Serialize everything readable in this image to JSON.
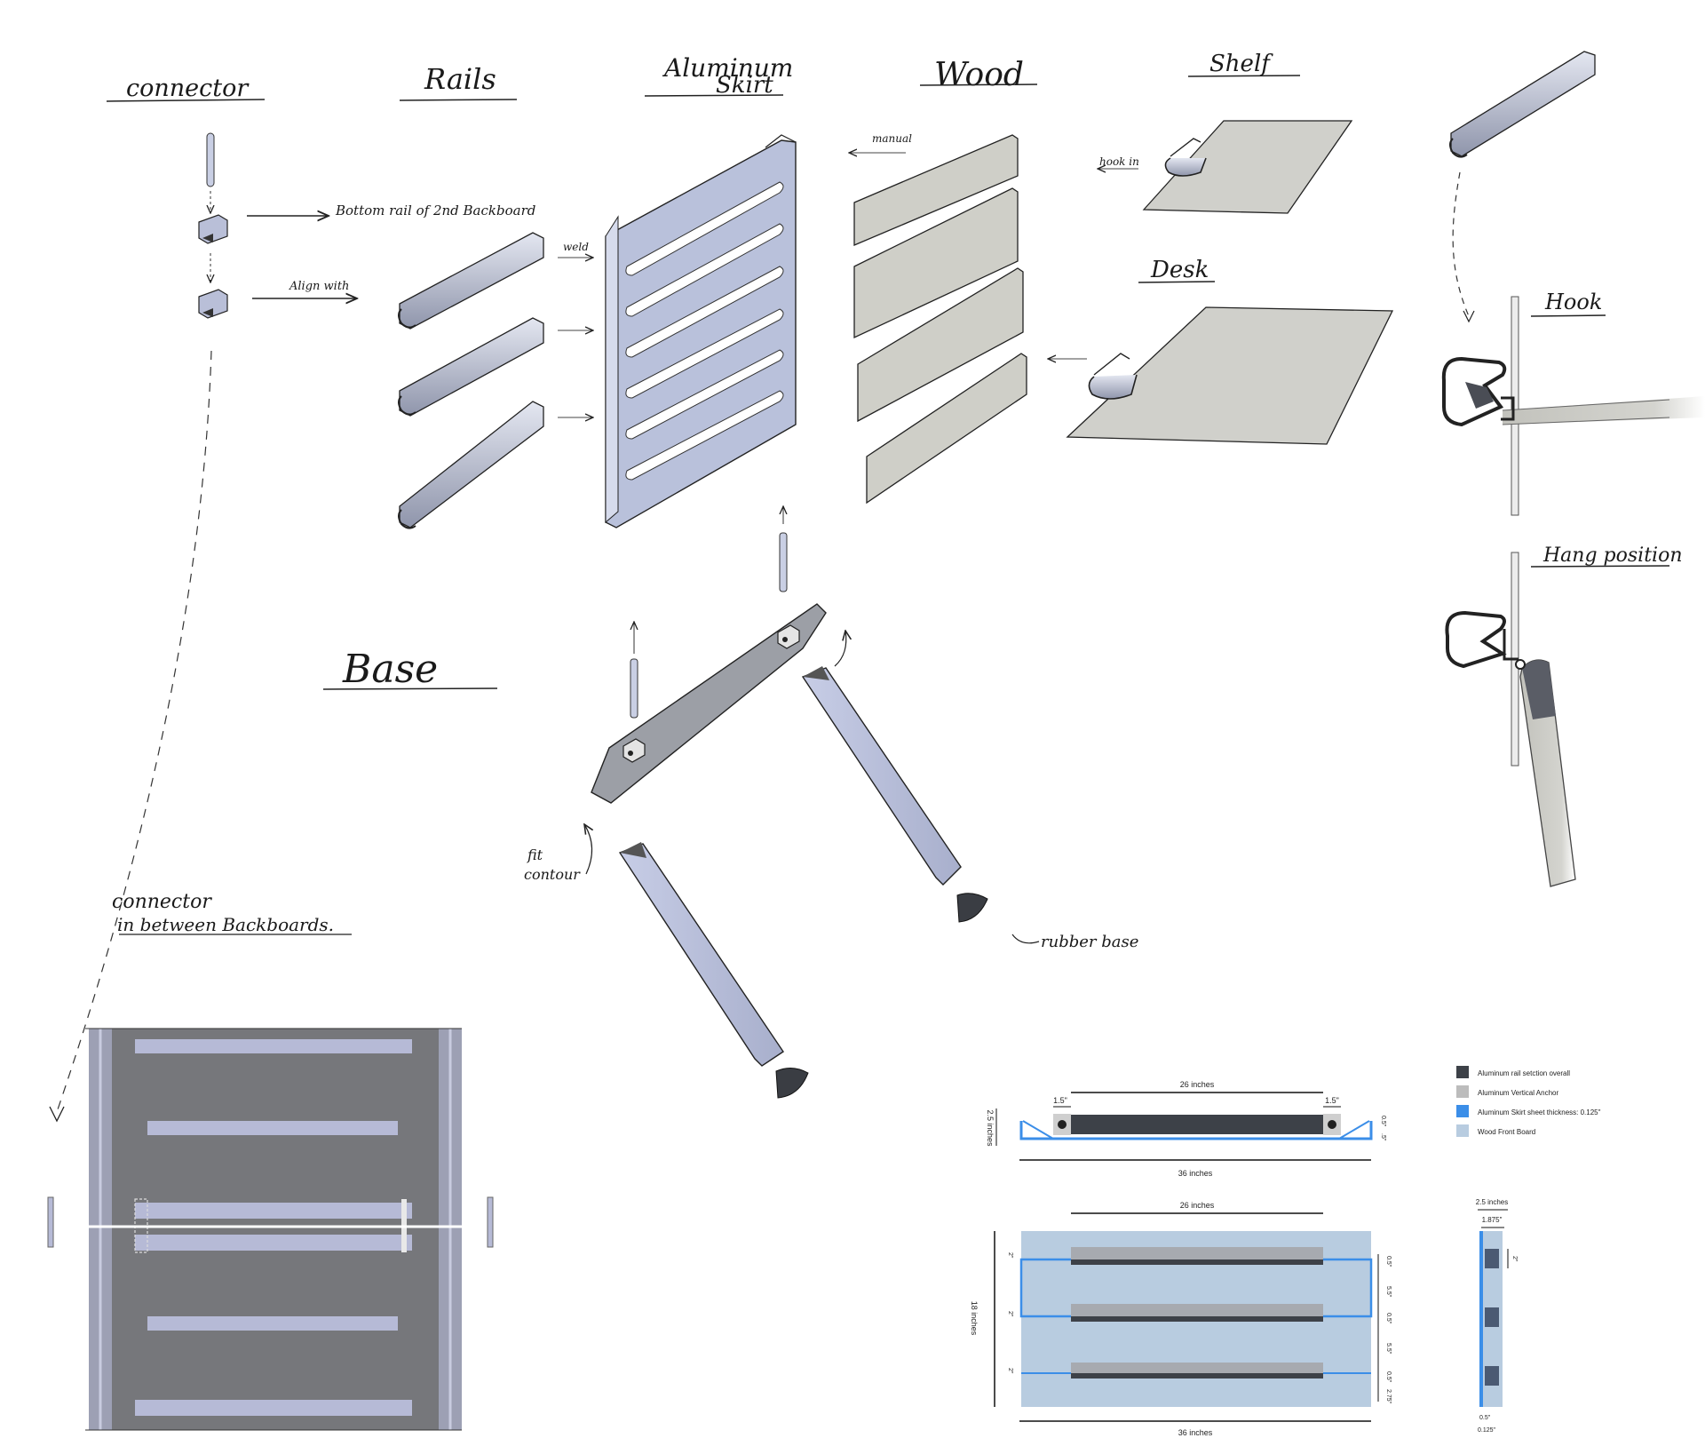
{
  "headings": {
    "connector": "connector",
    "rails": "Rails",
    "skirt_1": "Aluminum",
    "skirt_2": "Skirt",
    "wood": "Wood",
    "shelf": "Shelf",
    "desk": "Desk",
    "hook": "Hook",
    "hang_position": "Hang position",
    "base": "Base"
  },
  "notes": {
    "bottom_rail": "Bottom rail of 2nd Backboard",
    "align_with": "Align with",
    "weld": "weld",
    "manual": "manual",
    "hook_in": "hook in",
    "fit_contour_1": "fit",
    "fit_contour_2": "contour",
    "rubber_base": "rubber base",
    "connector_between_1": "connector",
    "connector_between_2": "in between Backboards."
  },
  "legend": [
    {
      "label": "Aluminum rail setction overall",
      "color": "#3d4148"
    },
    {
      "label": "Aluminum Vertical Anchor",
      "color": "#bcbcbc"
    },
    {
      "label": "Aluminum Skirt sheet thickness: 0.125\"",
      "color": "#3b8ee8"
    },
    {
      "label": "Wood Front Board",
      "color": "#b8cce0"
    }
  ],
  "dims_top": {
    "span": "26 inches",
    "left_offset": "1.5\"",
    "right_offset": "1.5\"",
    "height": "2.5 inches",
    "width": "36 inches",
    "right_a": "0.5\"",
    "right_b": ".5\""
  },
  "dims_front": {
    "span": "26 inches",
    "height": "18 inches",
    "width": "36 inches",
    "left_1": "2\"",
    "left_2": "2\"",
    "left_3": "2\"",
    "right_1": "0.5\"",
    "right_2": "5.5\"",
    "right_3": "0.5\"",
    "right_4": "5.5\"",
    "right_5": "0.5\"",
    "right_6": "2.75\""
  },
  "dims_side": {
    "depth": "2.5 inches",
    "inner": "1.875\"",
    "notch": "2\"",
    "bottom_a": "0.5\"",
    "bottom_b": "0.125\""
  },
  "colors": {
    "sketch_metal": "#bcc3dc",
    "sketch_wood": "#cdcdc6",
    "panel_dark": "#76777b",
    "rail_dark": "#3d4148",
    "skirt_blue": "#3b8ee8",
    "wood_blue": "#b8cce0"
  }
}
